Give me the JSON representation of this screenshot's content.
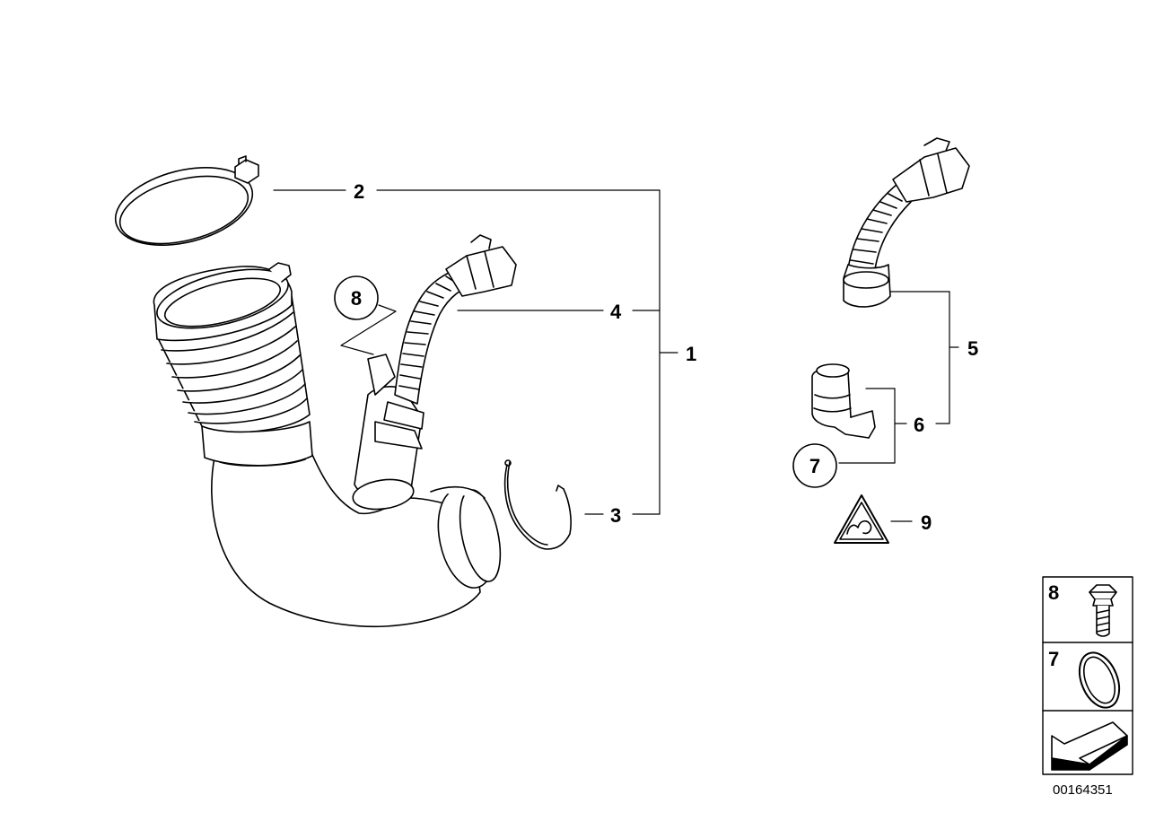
{
  "callouts": {
    "c1": "1",
    "c2": "2",
    "c3": "3",
    "c4": "4",
    "c5": "5",
    "c6": "6",
    "c7": "7",
    "c8": "8",
    "c9": "9"
  },
  "legend": {
    "item8": "8",
    "item7": "7"
  },
  "diagram_id": "00164351",
  "icons": {
    "hose_clamp": "hose-clamp-icon",
    "air_intake_duct": "air-intake-duct-icon",
    "vent_hose": "vent-hose-icon",
    "wire_clip": "wire-clip-icon",
    "connector_elbow": "elbow-connector-icon",
    "warning_triangle": "warning-triangle-icon",
    "bolt": "bolt-icon",
    "o_ring": "o-ring-icon",
    "direction_arrow": "direction-arrow-icon"
  }
}
